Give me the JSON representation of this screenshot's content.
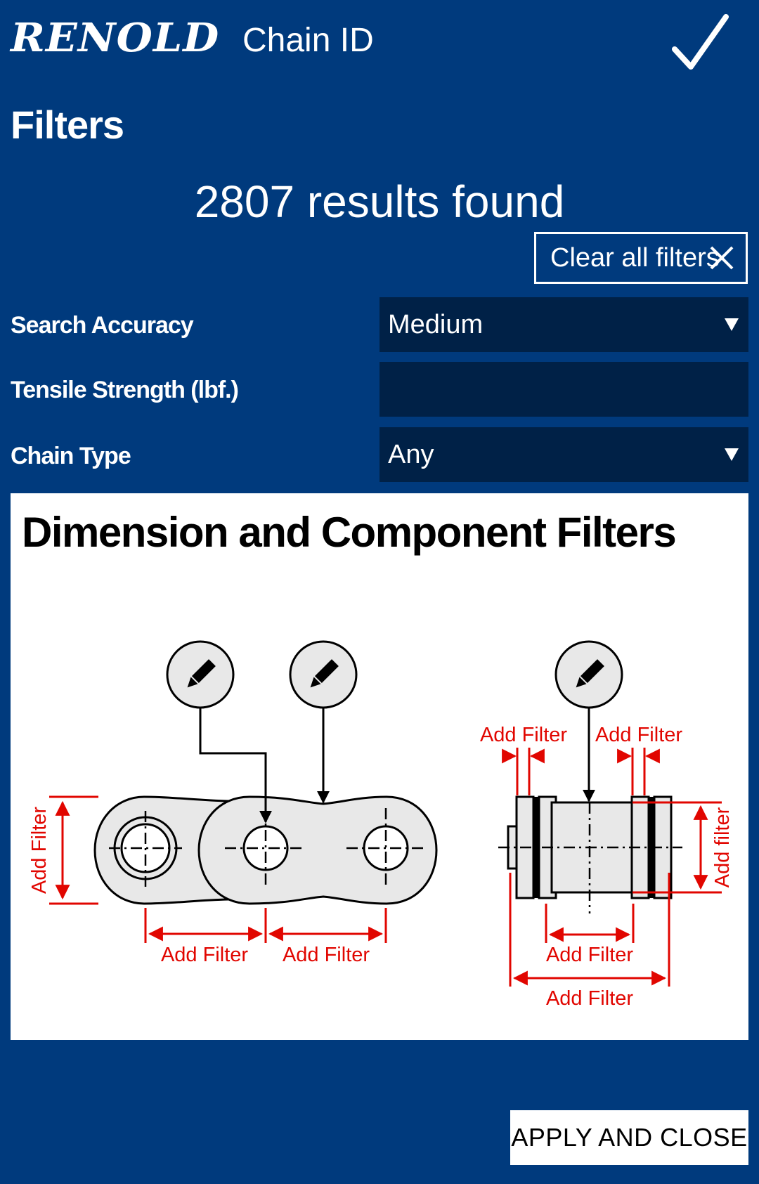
{
  "header": {
    "logo_text": "RENOLD",
    "app_title": "Chain ID",
    "confirm_icon": "check-icon"
  },
  "filters": {
    "heading": "Filters",
    "results_text": "2807 results found",
    "clear_all_label": "Clear all filters",
    "clear_icon": "close-icon",
    "rows": {
      "search_accuracy": {
        "label": "Search Accuracy",
        "value": "Medium"
      },
      "tensile_strength": {
        "label": "Tensile Strength (lbf.)",
        "value": "",
        "placeholder": ""
      },
      "chain_type": {
        "label": "Chain Type",
        "value": "Any"
      }
    }
  },
  "dimension_panel": {
    "title": "Dimension and Component Filters",
    "labels": {
      "plate_height": "Add Filter",
      "pitch_left": "Add Filter",
      "pitch_right": "Add Filter",
      "plate_thickness_left": "Add Filter",
      "plate_thickness_right": "Add Filter",
      "roller_diameter": "Add filter",
      "inner_width": "Add Filter",
      "overall_width": "Add Filter"
    },
    "icons": [
      "pencil-icon",
      "pencil-icon",
      "pencil-icon"
    ],
    "accent_color": "#e10600"
  },
  "footer": {
    "apply_label": "APPLY AND CLOSE"
  },
  "colors": {
    "background": "#003a7d",
    "field_background": "#002147",
    "panel_background": "#ffffff"
  }
}
